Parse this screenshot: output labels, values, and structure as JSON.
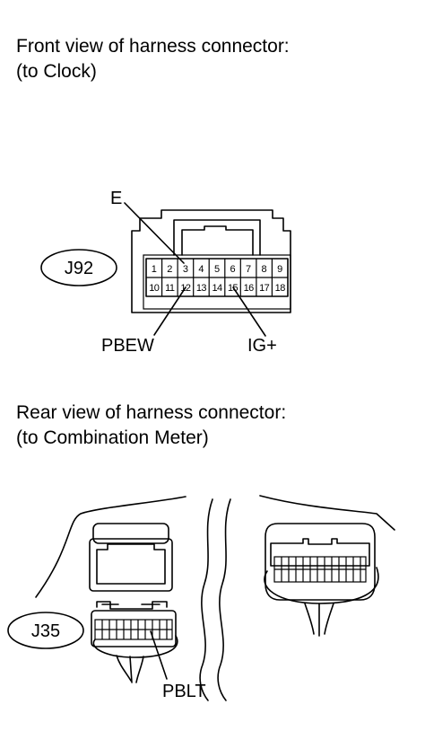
{
  "front": {
    "caption_line1": "Front view of harness connector:",
    "caption_line2": "(to Clock)",
    "connector_id": "J92",
    "pins_top": [
      "1",
      "2",
      "3",
      "4",
      "5",
      "6",
      "7",
      "8",
      "9"
    ],
    "pins_bottom": [
      "10",
      "11",
      "12",
      "13",
      "14",
      "15",
      "16",
      "17",
      "18"
    ],
    "label_e": "E",
    "label_pbew": "PBEW",
    "label_ig": "IG+"
  },
  "rear": {
    "caption_line1": "Rear view of harness connector:",
    "caption_line2": "(to Combination Meter)",
    "connector_id": "J35",
    "label_pblt": "PBLT"
  }
}
